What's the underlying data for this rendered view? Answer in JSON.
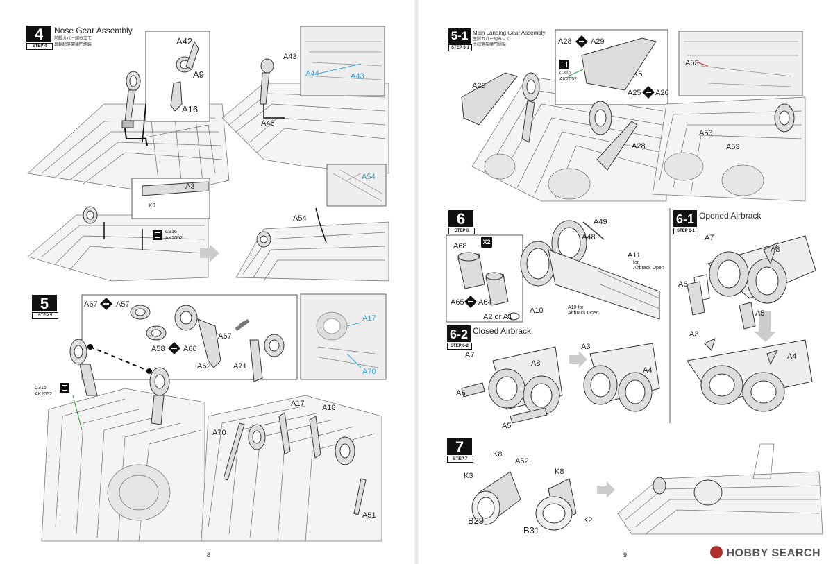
{
  "pages": {
    "left_number": "8",
    "right_number": "9"
  },
  "watermark": "HOBBY SEARCH",
  "step4": {
    "badge": "4",
    "tag": "STEP 4",
    "title": "Nose Gear Assembly",
    "sub_jp": "前脚カバー組み立て",
    "sub_cn": "鼻輪起落架艙門組裝",
    "labels": {
      "a42": "A42",
      "a9": "A9",
      "a16": "A16",
      "a43": "A43",
      "a44": "A44",
      "a43b": "A43",
      "a46": "A46",
      "a3": "A3",
      "k6": "K6",
      "paint1": "C316",
      "paint2": "AK2052",
      "a54": "A54",
      "a54b": "A54"
    }
  },
  "step5": {
    "badge": "5",
    "tag": "STEP 5",
    "labels": {
      "a67": "A67",
      "a57": "A57",
      "a58": "A58",
      "a66": "A66",
      "a67b": "A67",
      "a62": "A62",
      "a71": "A71",
      "a17": "A17",
      "a70": "A70",
      "paint1": "C316",
      "paint2": "AK2052",
      "a70b": "A70",
      "a17b": "A17",
      "a18": "A18",
      "a51": "A51"
    }
  },
  "step5_1": {
    "badge": "5-1",
    "tag": "STEP 5-1",
    "title": "Main Landing Gear Assembly",
    "sub_jp": "主脚カバー組み立て",
    "sub_cn": "主起落架艙門組裝",
    "labels": {
      "a28": "A28",
      "a29": "A29",
      "paint1": "C316",
      "paint2": "AK2052",
      "k5": "K5",
      "a25": "A25",
      "a26": "A26",
      "a29b": "A29",
      "a28b": "A28",
      "a53": "A53",
      "a53b": "A53",
      "a53c": "A53"
    }
  },
  "step6": {
    "badge": "6",
    "tag": "STEP 6",
    "labels": {
      "a68": "A68",
      "x2": "X2",
      "a65": "A65",
      "a64": "A64",
      "a2a1": "A2 or A1",
      "a49": "A49",
      "a48": "A48",
      "a11": "A11",
      "a11_note": "for\nAirbrack Open",
      "a10": "A10",
      "a10_note": "A10  for\nAirbrack Open"
    }
  },
  "step6_1": {
    "badge": "6-1",
    "tag": "STEP 6-1",
    "title": "Opened Airbrack",
    "labels": {
      "a7": "A7",
      "a8": "A8",
      "a6": "A6",
      "a5": "A5",
      "a3": "A3",
      "a4": "A4"
    }
  },
  "step6_2": {
    "badge": "6-2",
    "tag": "STEP 6-2",
    "title": "Closed Airbrack",
    "labels": {
      "a7": "A7",
      "a8": "A8",
      "a6": "A6",
      "a5": "A5",
      "a3": "A3",
      "a4": "A4"
    }
  },
  "step7": {
    "badge": "7",
    "tag": "STEP 7",
    "labels": {
      "k8": "K8",
      "a52": "A52",
      "k3": "K3",
      "k8b": "K8",
      "b29": "B29",
      "b31": "B31",
      "k2": "K2"
    }
  }
}
